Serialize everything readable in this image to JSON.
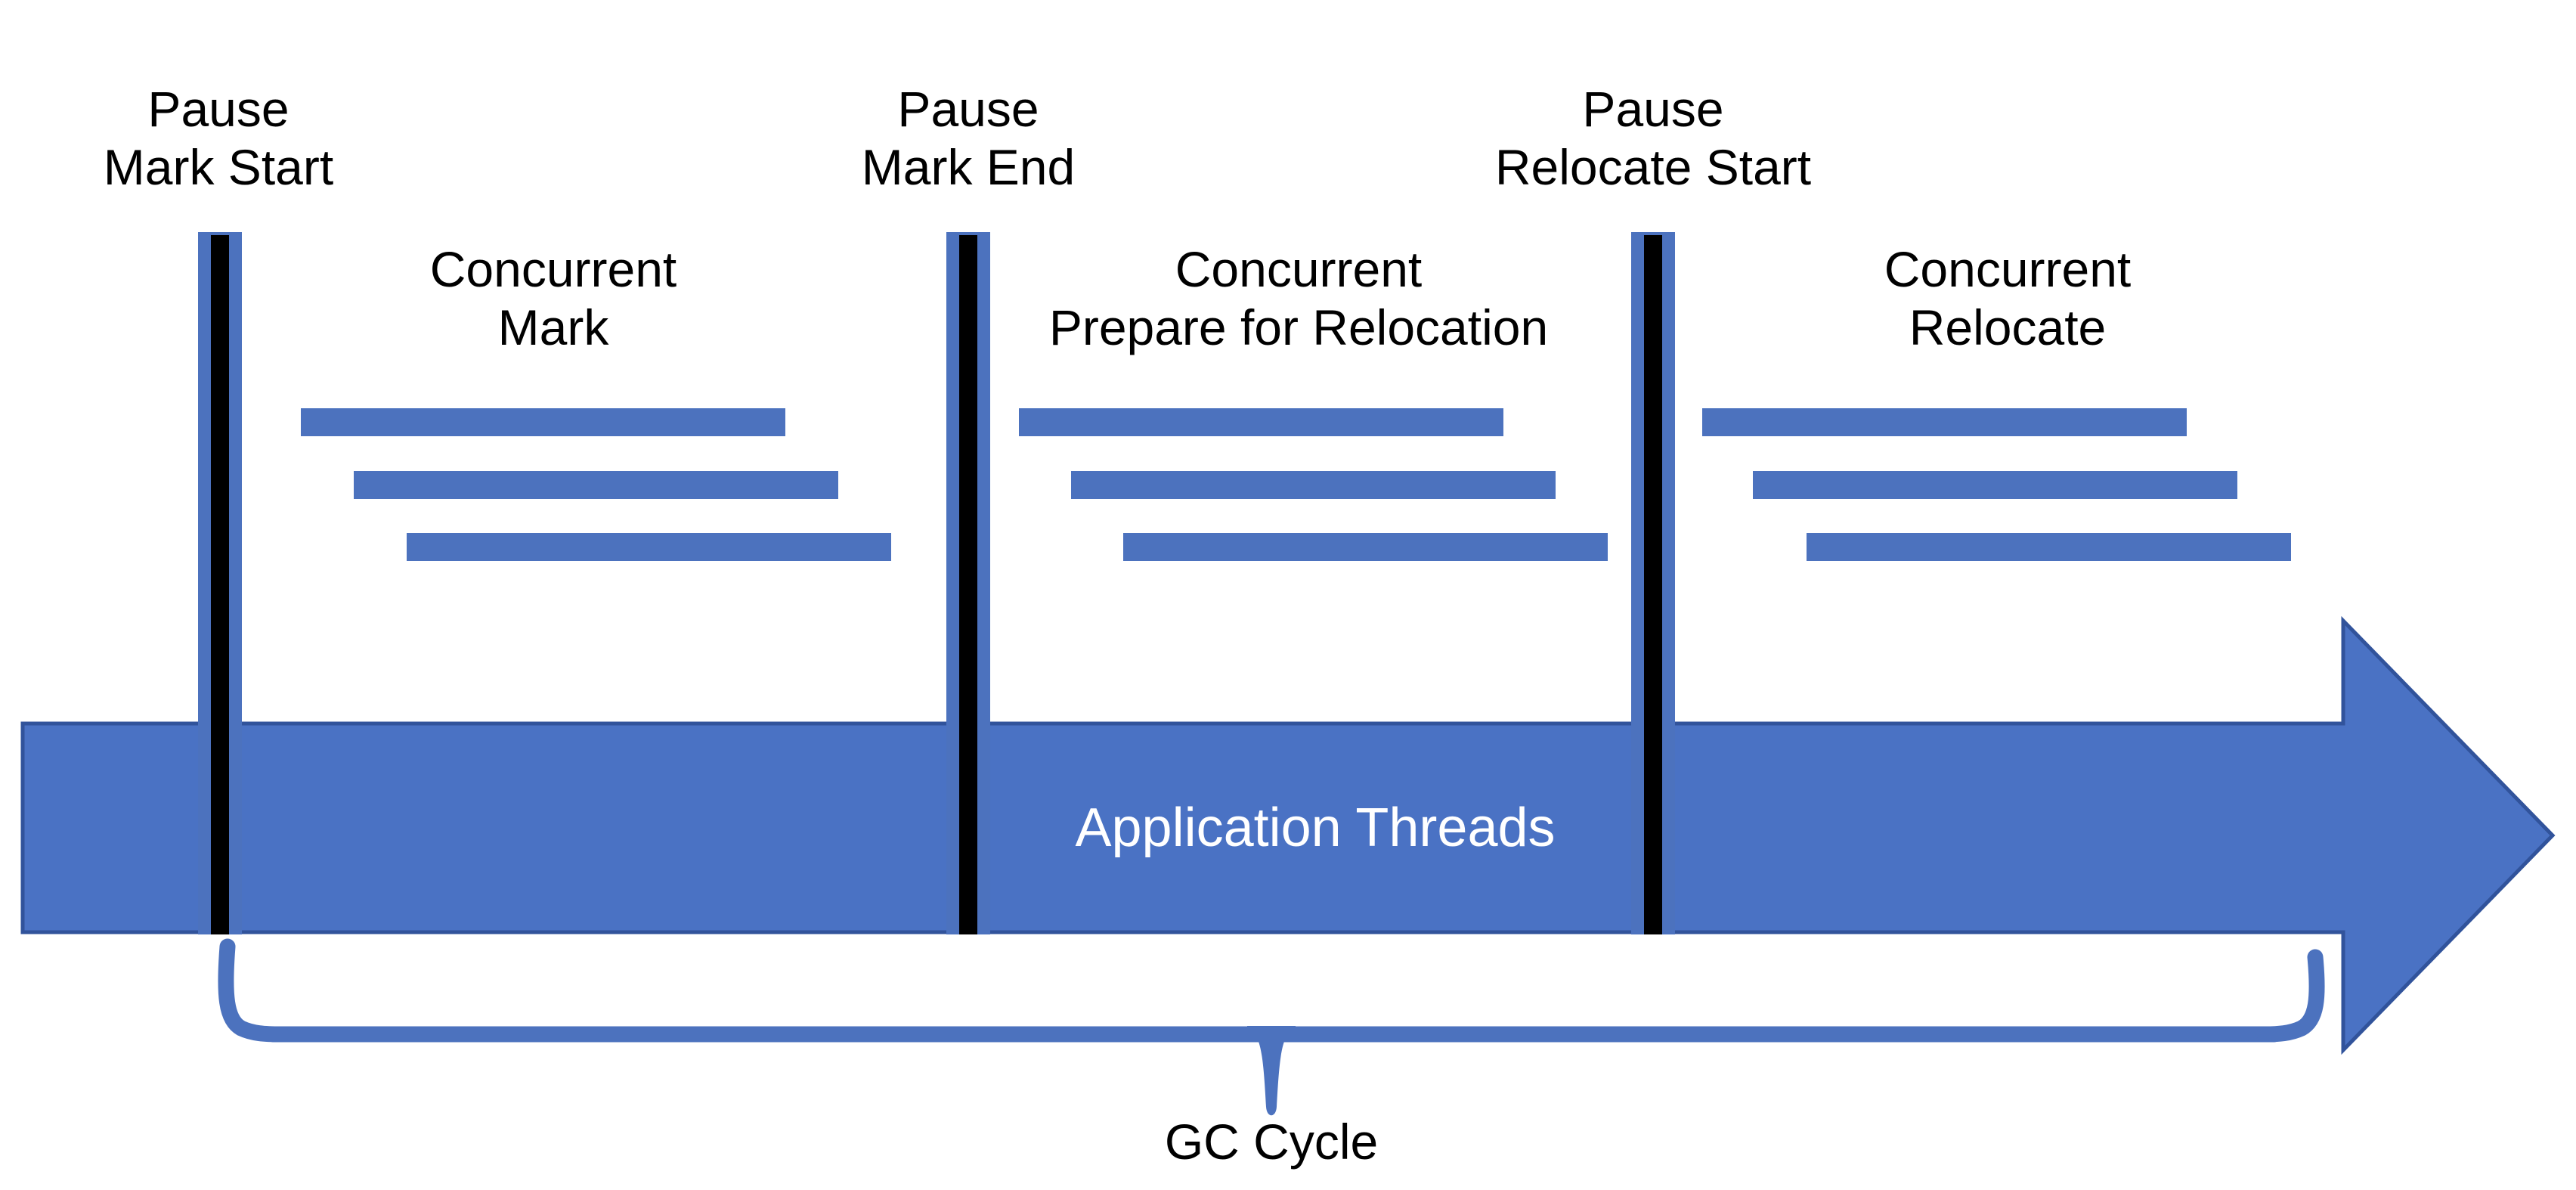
{
  "diagram": {
    "phases": {
      "pause": [
        {
          "line1": "Pause",
          "line2": "Mark Start"
        },
        {
          "line1": "Pause",
          "line2": "Mark End"
        },
        {
          "line1": "Pause",
          "line2": "Relocate Start"
        }
      ],
      "concurrent": [
        {
          "line1": "Concurrent",
          "line2": "Mark"
        },
        {
          "line1": "Concurrent",
          "line2": "Prepare for Relocation"
        },
        {
          "line1": "Concurrent",
          "line2": "Relocate"
        }
      ]
    },
    "arrow": {
      "label": "Application Threads"
    },
    "brace": {
      "label": "GC Cycle"
    }
  },
  "colors": {
    "primary_blue": "#4C72BE",
    "arrow_fill": "#4A72C4",
    "arrow_border": "#31539B",
    "pause_black": "#000000",
    "label_color": "#000000",
    "arrow_text": "#FFFFFF",
    "background": "#FFFFFF"
  }
}
